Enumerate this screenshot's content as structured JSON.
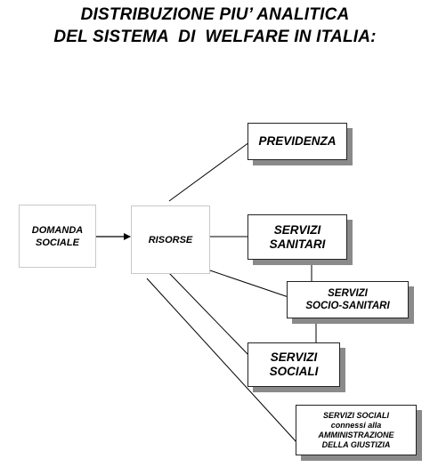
{
  "title": {
    "line1": "DISTRIBUZIONE PIU’ ANALITICA",
    "line2": "DEL SISTEMA  DI  WELFARE IN ITALIA:"
  },
  "boxes": {
    "domanda_sociale": {
      "line1": "DOMANDA",
      "line2": "SOCIALE"
    },
    "risorse": {
      "label": "RISORSE"
    },
    "previdenza": {
      "label": "PREVIDENZA"
    },
    "servizi_sanitari": {
      "line1": "SERVIZI",
      "line2": "SANITARI"
    },
    "servizi_socio_sanitari": {
      "line1": "SERVIZI",
      "line2": "SOCIO-SANITARI"
    },
    "servizi_sociali": {
      "line1": "SERVIZI",
      "line2": "SOCIALI"
    },
    "servizi_sociali_giustizia": {
      "line1": "SERVIZI SOCIALI",
      "line2": "connessi alla",
      "line3": "AMMINISTRAZIONE",
      "line4": "DELLA GIUSTIZIA"
    }
  },
  "colors": {
    "shadow": "#8a8a8a",
    "border": "#222222",
    "light_border": "#c8c8c8"
  }
}
